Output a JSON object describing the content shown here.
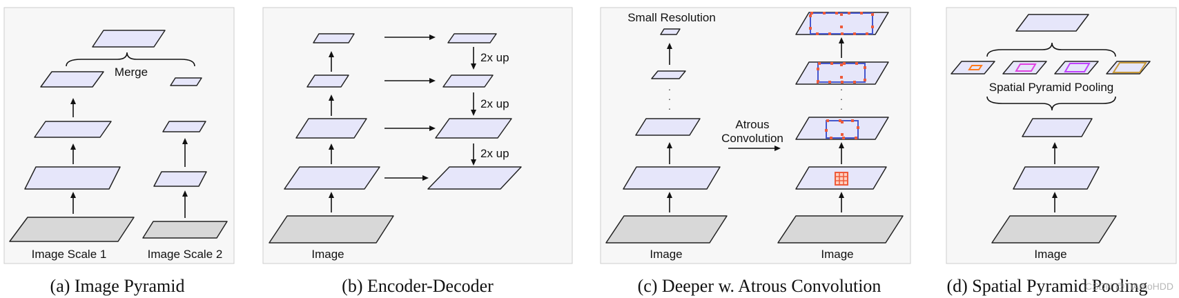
{
  "panels": {
    "a": {
      "caption": "(a) Image Pyramid",
      "merge_label": "Merge",
      "scale1_label": "Image Scale 1",
      "scale2_label": "Image Scale 2"
    },
    "b": {
      "caption": "(b) Encoder-Decoder",
      "up_labels": [
        "2x up",
        "2x up",
        "2x up"
      ],
      "image_label": "Image"
    },
    "c": {
      "caption": "(c) Deeper w. Atrous Convolution",
      "small_res_label": "Small Resolution",
      "atrous_label_line1": "Atrous",
      "atrous_label_line2": "Convolution",
      "image_label_left": "Image",
      "image_label_right": "Image",
      "ellipsis": "· · ·"
    },
    "d": {
      "caption": "(d) Spatial Pyramid Pooling",
      "spp_label": "Spatial Pyramid Pooling",
      "image_label": "Image"
    }
  },
  "colors": {
    "plane_fill": "#e6e6fa",
    "image_fill": "#d8d8d8",
    "atrous_dots": "#ee5a3a",
    "atrous_rect": "#4455cc",
    "pool_colors": [
      "#ff7a1a",
      "#e040e0",
      "#c040ff",
      "#c89a3a"
    ]
  },
  "watermark": "CSDN @TiAmoHDD"
}
